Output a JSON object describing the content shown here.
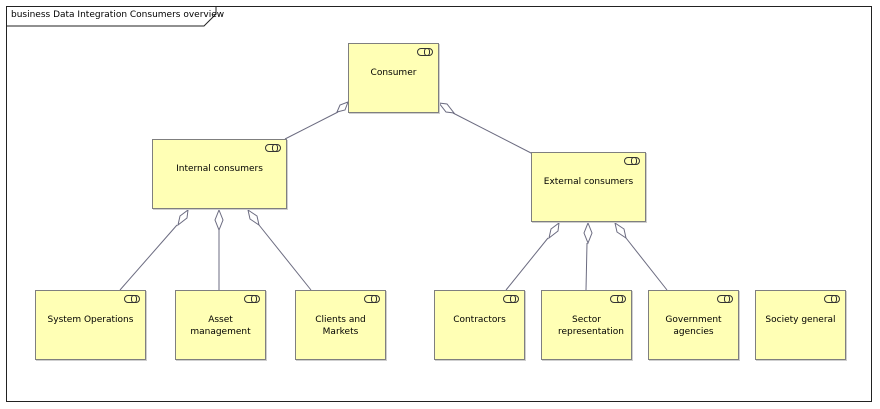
{
  "frame": {
    "title": "business Data Integration Consumers overview"
  },
  "nodes": {
    "consumer": {
      "label": "Consumer",
      "icon": "business-role-icon"
    },
    "internal": {
      "label": "Internal consumers",
      "icon": "business-role-icon"
    },
    "external": {
      "label": "External consumers",
      "icon": "business-role-icon"
    },
    "system_operations": {
      "label": "System Operations",
      "icon": "business-role-icon"
    },
    "asset_management": {
      "label": "Asset management",
      "icon": "business-role-icon"
    },
    "clients_markets": {
      "label": "Clients and Markets",
      "icon": "business-role-icon"
    },
    "contractors": {
      "label": "Contractors",
      "icon": "business-role-icon"
    },
    "sector_representation": {
      "label": "Sector representation",
      "icon": "business-role-icon"
    },
    "government_agencies": {
      "label": "Government agencies",
      "icon": "business-role-icon"
    },
    "society_general": {
      "label": "Society general",
      "icon": "business-role-icon"
    }
  },
  "relations": [
    {
      "type": "aggregation",
      "whole": "consumer",
      "part": "internal"
    },
    {
      "type": "aggregation",
      "whole": "consumer",
      "part": "external"
    },
    {
      "type": "aggregation",
      "whole": "internal",
      "part": "system_operations"
    },
    {
      "type": "aggregation",
      "whole": "internal",
      "part": "asset_management"
    },
    {
      "type": "aggregation",
      "whole": "internal",
      "part": "clients_markets"
    },
    {
      "type": "aggregation",
      "whole": "external",
      "part": "contractors"
    },
    {
      "type": "aggregation",
      "whole": "external",
      "part": "sector_representation"
    },
    {
      "type": "aggregation",
      "whole": "external",
      "part": "government_agencies"
    }
  ],
  "colors": {
    "node_fill": "#ffffb5",
    "node_border": "#7f7f7f",
    "line": "#6b6b80",
    "diamond_fill": "#ffffff"
  }
}
